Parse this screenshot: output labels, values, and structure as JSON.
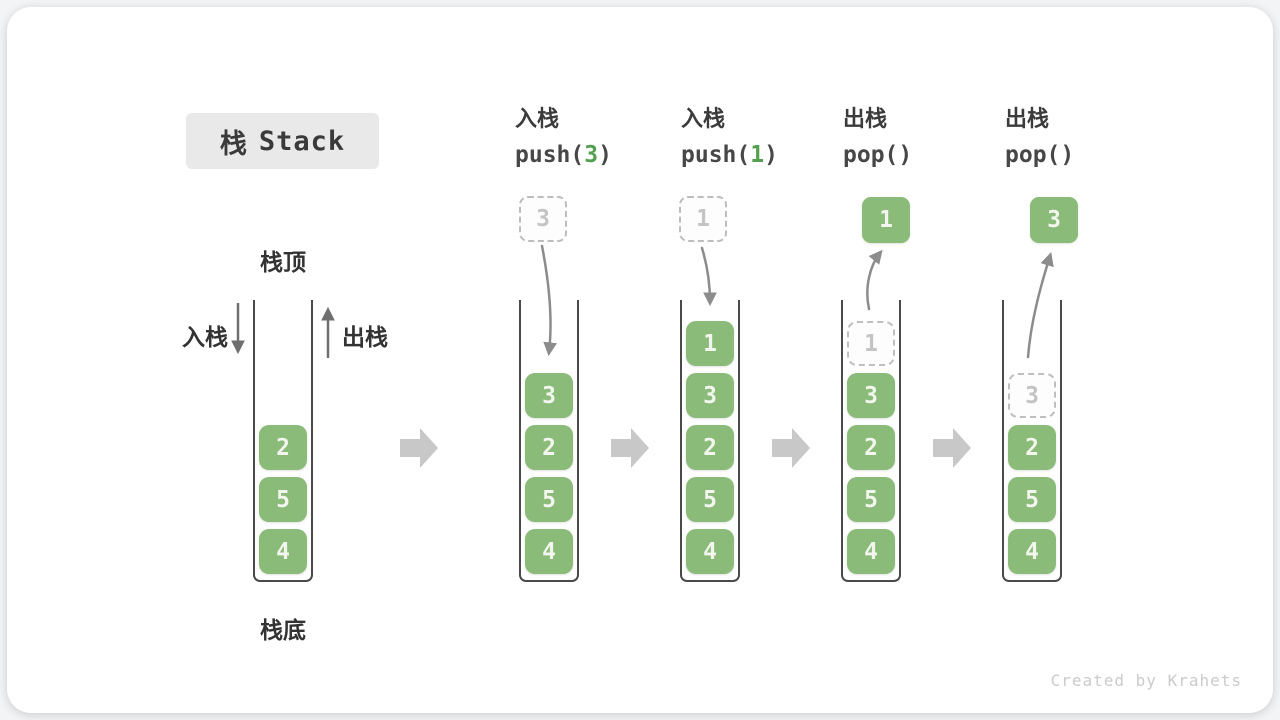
{
  "title": {
    "zh": "栈",
    "en": "Stack"
  },
  "labels": {
    "stack_top": "栈顶",
    "stack_bottom": "栈底",
    "push_side": "入栈",
    "pop_side": "出栈"
  },
  "headers": [
    {
      "zh": "入栈",
      "code_pre": "push(",
      "code_arg": "3",
      "code_post": ")"
    },
    {
      "zh": "入栈",
      "code_pre": "push(",
      "code_arg": "1",
      "code_post": ")"
    },
    {
      "zh": "出栈",
      "code_pre": "pop(",
      "code_arg": "",
      "code_post": ")"
    },
    {
      "zh": "出栈",
      "code_pre": "pop(",
      "code_arg": "",
      "code_post": ")"
    }
  ],
  "stacks": [
    {
      "name": "initial",
      "items": [
        "2",
        "5",
        "4"
      ]
    },
    {
      "name": "after-push-3",
      "incoming": "3",
      "items": [
        "3",
        "2",
        "5",
        "4"
      ]
    },
    {
      "name": "after-push-1",
      "incoming": "1",
      "items": [
        "1",
        "3",
        "2",
        "5",
        "4"
      ]
    },
    {
      "name": "after-pop-1",
      "popped": "1",
      "ghost": "1",
      "items": [
        "3",
        "2",
        "5",
        "4"
      ]
    },
    {
      "name": "after-pop-3",
      "popped": "3",
      "ghost": "3",
      "items": [
        "2",
        "5",
        "4"
      ]
    }
  ],
  "watermark": "Created by Krahets",
  "colors": {
    "cell_green": "#8abb78",
    "code_arg_green": "#55a050",
    "block_arrow_gray": "#c8c8c8",
    "curve_arrow_gray": "#8c8c8c",
    "side_arrow_gray": "#6f6f6f",
    "title_bg": "#e9e9e9"
  }
}
